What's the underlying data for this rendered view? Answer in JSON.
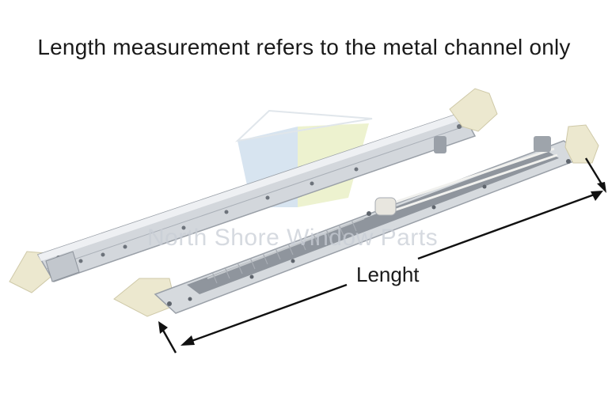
{
  "headline": "Length measurement refers to the metal channel only",
  "dimension_label": "Lenght",
  "watermark": {
    "text": "North Shore Window Parts",
    "logo": "house-logo"
  },
  "colors": {
    "metal": "#d3d7dc",
    "metal_dark": "#9aa0a8",
    "plastic_end": "#ece8cf",
    "spring": "#b8bcc2",
    "arrow": "#111111",
    "logo_blue": "#b8cfe4",
    "logo_green": "#dfe8a9"
  },
  "parts": [
    "window-balance-channel-back",
    "window-balance-channel-front"
  ]
}
